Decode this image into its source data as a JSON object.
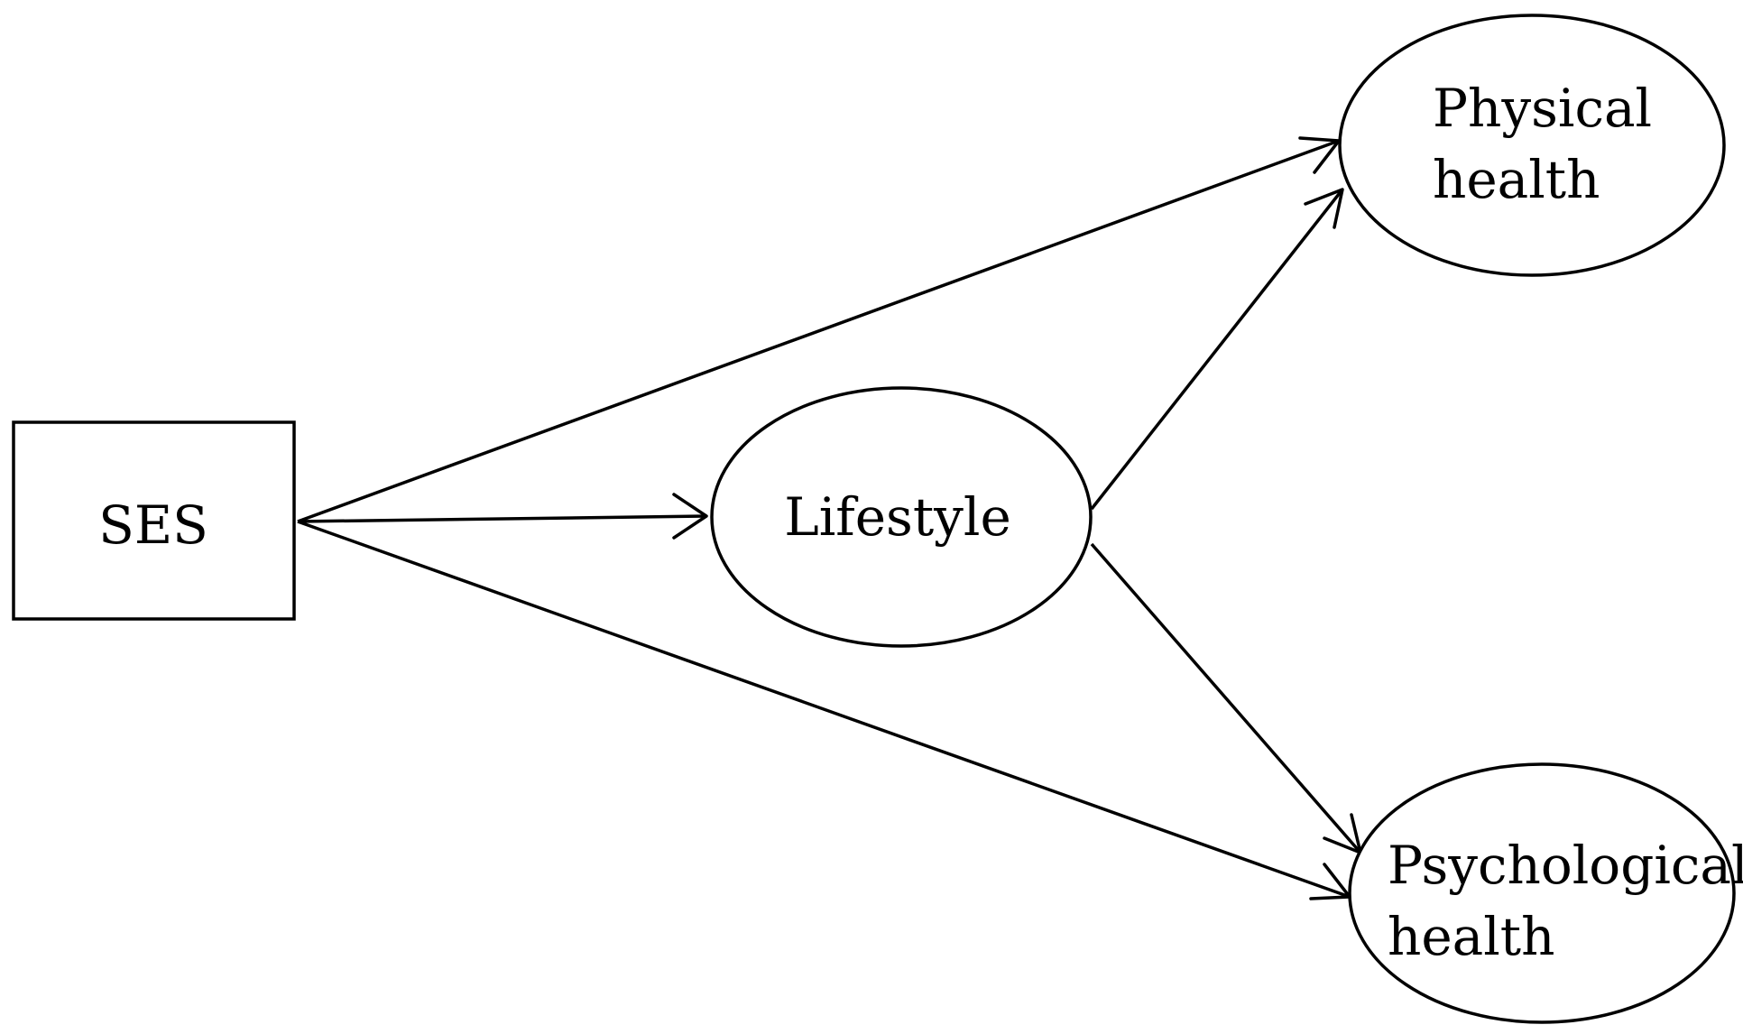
{
  "nodes": {
    "ses": {
      "label_lines": [
        "SES"
      ],
      "shape": "rectangle"
    },
    "lifestyle": {
      "label_lines": [
        "Lifestyle"
      ],
      "shape": "ellipse"
    },
    "physical": {
      "label_lines": [
        "Physical",
        "health"
      ],
      "shape": "ellipse"
    },
    "psychological": {
      "label_lines": [
        "Psychological",
        "health"
      ],
      "shape": "ellipse"
    }
  },
  "edges": [
    {
      "from": "ses",
      "to": "lifestyle"
    },
    {
      "from": "ses",
      "to": "physical"
    },
    {
      "from": "ses",
      "to": "psychological"
    },
    {
      "from": "lifestyle",
      "to": "physical"
    },
    {
      "from": "lifestyle",
      "to": "psychological"
    }
  ],
  "colors": {
    "stroke": "#000000",
    "background": "#ffffff"
  }
}
